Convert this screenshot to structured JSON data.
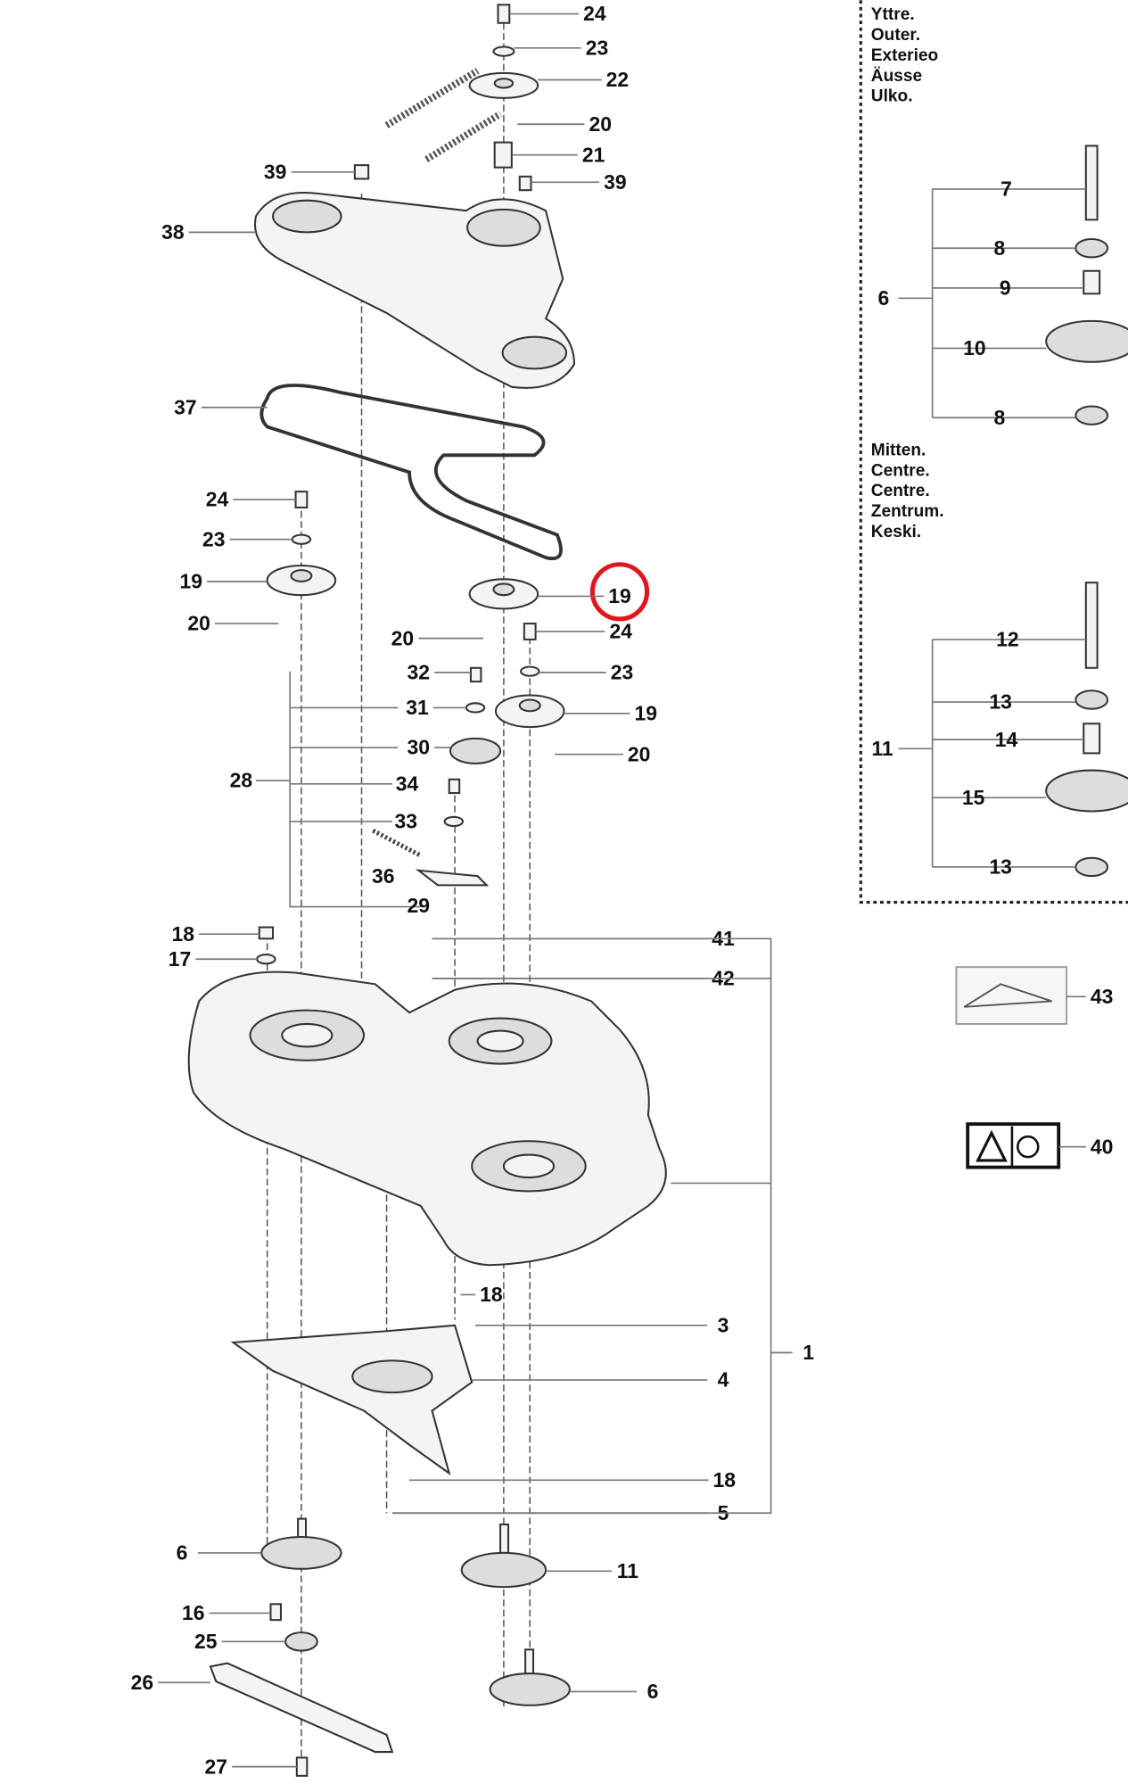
{
  "title": "Cutting deck exploded parts diagram",
  "highlight_color": "#e0161e",
  "callouts": [
    "24",
    "23",
    "22",
    "20",
    "21",
    "39",
    "39",
    "38",
    "37",
    "24",
    "23",
    "19",
    "20",
    "19",
    "20",
    "24",
    "32",
    "23",
    "31",
    "19",
    "30",
    "20",
    "28",
    "34",
    "33",
    "36",
    "29",
    "18",
    "17",
    "41",
    "42",
    "18",
    "3",
    "1",
    "4",
    "18",
    "5",
    "6",
    "11",
    "16",
    "25",
    "26",
    "6",
    "27"
  ],
  "highlighted_callout": "19",
  "inset": {
    "outer_labels": [
      "Yttre.",
      "Outer.",
      "Exterieo",
      "Äusse",
      "Ulko."
    ],
    "outer_callouts": [
      "7",
      "8",
      "9",
      "6",
      "10",
      "8"
    ],
    "centre_labels": [
      "Mitten.",
      "Centre.",
      "Centre.",
      "Zentrum.",
      "Keski."
    ],
    "centre_callouts": [
      "12",
      "13",
      "14",
      "11",
      "15",
      "13"
    ]
  },
  "decals": [
    "43",
    "40"
  ]
}
